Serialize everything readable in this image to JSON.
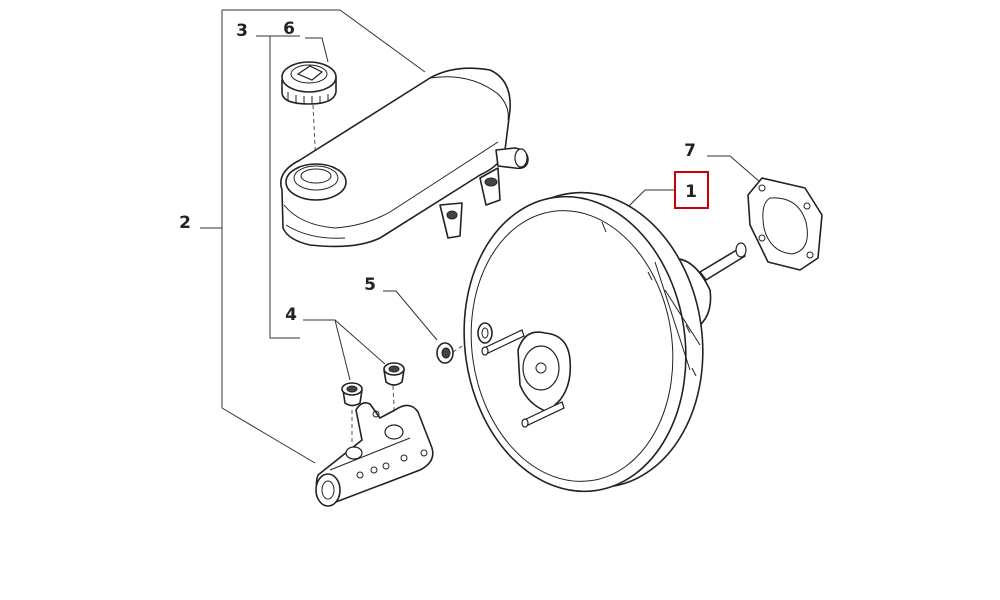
{
  "callouts": [
    {
      "id": "1",
      "text": "1",
      "highlighted": true
    },
    {
      "id": "2",
      "text": "2"
    },
    {
      "id": "3",
      "text": "3"
    },
    {
      "id": "4",
      "text": "4"
    },
    {
      "id": "5",
      "text": "5"
    },
    {
      "id": "6",
      "text": "6"
    },
    {
      "id": "7",
      "text": "7"
    }
  ],
  "colors": {
    "highlight": "#cc0000",
    "line": "#333333",
    "background": "#ffffff"
  }
}
